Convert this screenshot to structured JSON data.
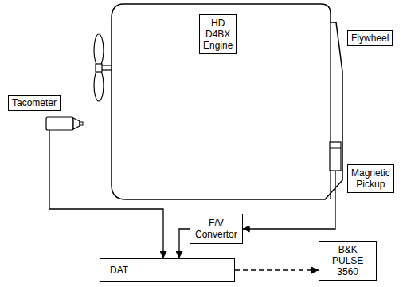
{
  "diagram": {
    "nodes": [
      {
        "text": [
          "HD D4BX Engine"
        ]
      },
      {
        "text": [
          "Flywheel"
        ]
      },
      {
        "text": [
          "Tacometer"
        ]
      },
      {
        "text": [
          "Magnetic Pickup"
        ]
      },
      {
        "text": [
          "F/V Convertor"
        ]
      },
      {
        "text": [
          "DAT"
        ]
      },
      {
        "text": [
          "B&K PULSE 3560"
        ]
      }
    ],
    "edges": [
      {
        "from": 2,
        "to": 5,
        "arrow": "to"
      },
      {
        "from": 3,
        "to": 4,
        "arrow": "to"
      },
      {
        "from": 4,
        "to": 5,
        "arrow": "to"
      },
      {
        "from": 5,
        "to": 6,
        "arrow": "to"
      }
    ]
  }
}
